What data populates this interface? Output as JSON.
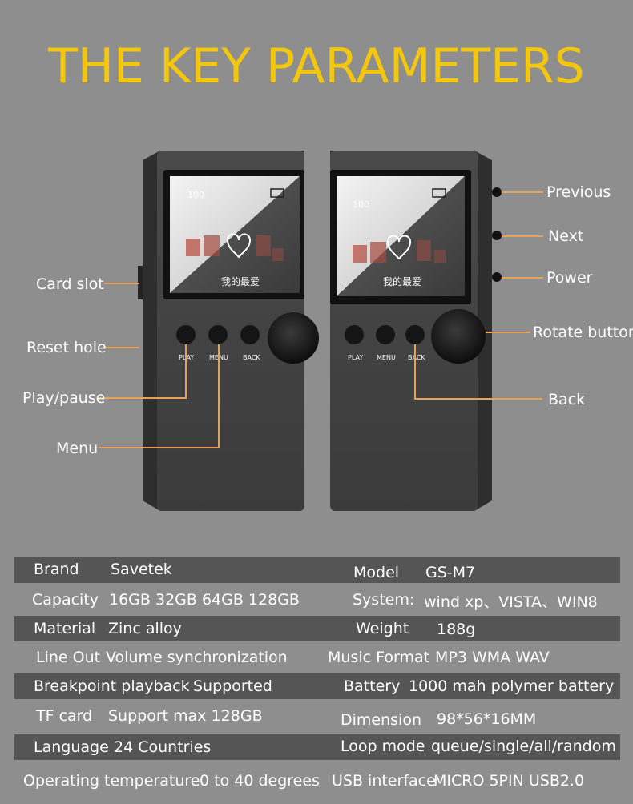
{
  "title": "THE KEY PARAMETERS",
  "device": {
    "volume": "100",
    "song": "我的最爱",
    "buttons": [
      "PLAY",
      "MENU",
      "BACK"
    ]
  },
  "callouts": {
    "card_slot": "Card slot",
    "reset_hole": "Reset hole",
    "play_pause": "Play/pause",
    "menu": "Menu",
    "previous": "Previous",
    "next": "Next",
    "power": "Power",
    "rotate": "Rotate button",
    "back": "Back"
  },
  "specs": [
    {
      "l1": "Brand",
      "v1": "Savetek",
      "l2": "Model",
      "v2": "GS-M7"
    },
    {
      "l1": "Capacity",
      "v1": "16GB 32GB 64GB 128GB",
      "l2": "System:",
      "v2": "wind xp、VISTA、WIN8"
    },
    {
      "l1": "Material",
      "v1": "Zinc alloy",
      "l2": "Weight",
      "v2": "188g"
    },
    {
      "l1": "Line Out",
      "v1": "Volume synchronization",
      "l2": "Music Format",
      "v2": "MP3 WMA WAV"
    },
    {
      "l1": "Breakpoint playback",
      "v1": "Supported",
      "l2": "Battery",
      "v2": "1000 mah polymer battery"
    },
    {
      "l1": "TF card",
      "v1": "Support max 128GB",
      "l2": "Dimension",
      "v2": "98*56*16MM"
    },
    {
      "l1": "Language",
      "v1": "24 Countries",
      "l2": "Loop mode",
      "v2": "queue/single/all/random"
    },
    {
      "l1": "Operating temperature",
      "v1": "0 to 40 degrees",
      "l2": "USB interface",
      "v2": "MICRO 5PIN USB2.0"
    }
  ]
}
